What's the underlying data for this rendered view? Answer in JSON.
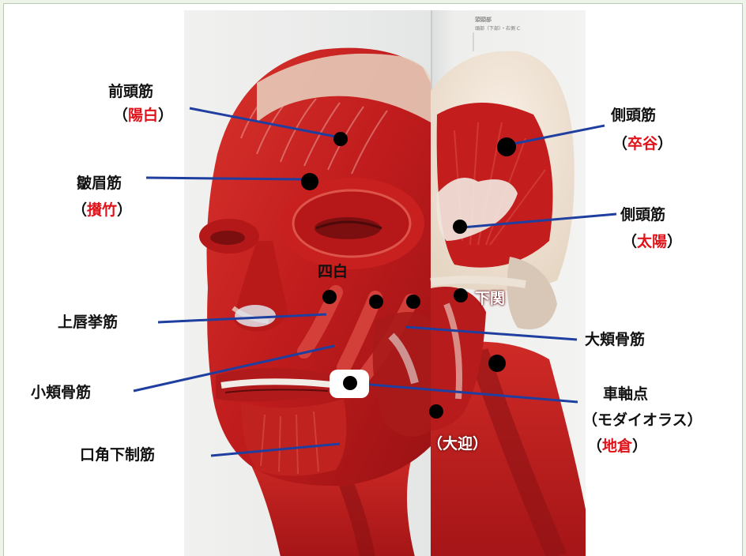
{
  "header": {
    "small_title": "頭頸部",
    "small_subtitle": "頭部（下部）・右側 C"
  },
  "labels": {
    "frontalis": {
      "muscle": "前頭筋",
      "acupoint": "陽白"
    },
    "corrugator": {
      "muscle": "皺眉筋",
      "acupoint": "攅竹"
    },
    "temporalis_upper": {
      "muscle": "側頭筋",
      "acupoint": "卒谷"
    },
    "temporalis_lower": {
      "muscle": "側頭筋",
      "acupoint": "太陽"
    },
    "sibai": "四白",
    "xiaguan": "下関",
    "levator_labii": "上唇挙筋",
    "zygomaticus_major": "大頬骨筋",
    "zygomaticus_minor": "小頬骨筋",
    "modiolus": {
      "title": "車軸点",
      "alias": "モダイオラス",
      "acupoint": "地倉"
    },
    "daying": "大迎",
    "depressor_anguli": "口角下制筋"
  },
  "colors": {
    "line": "#1f3fa0",
    "acupoint_red": "#e0121a",
    "dot": "#000000",
    "muscle": "#c41a1c",
    "frame": "#b9c9b2"
  }
}
